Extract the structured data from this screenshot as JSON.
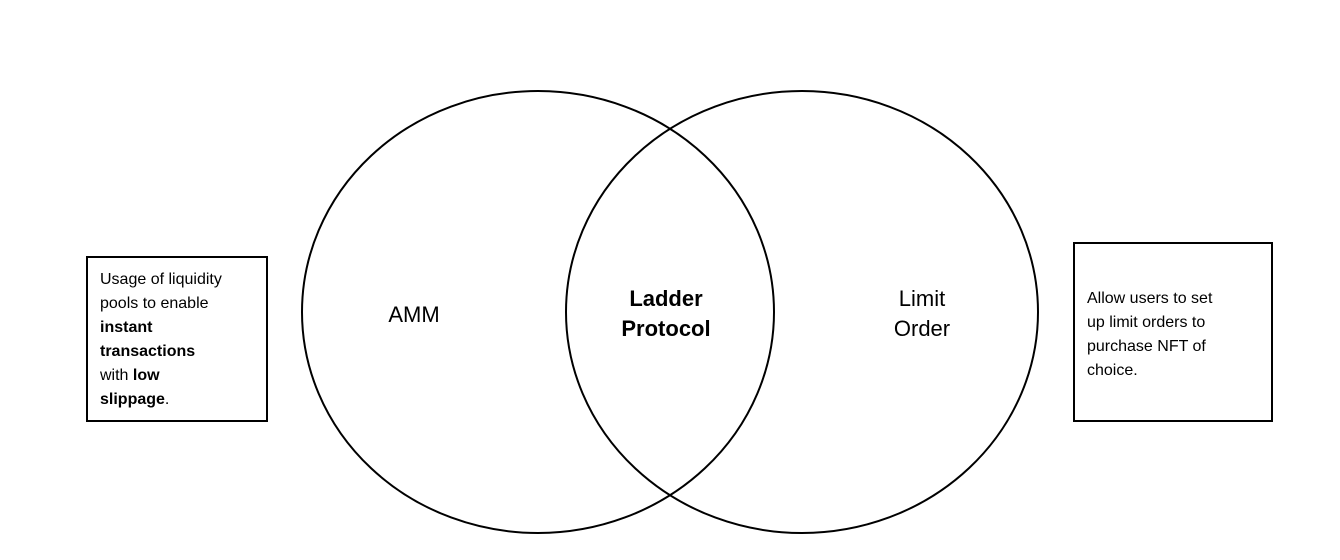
{
  "diagram": {
    "circles": [
      {
        "id": "amm",
        "label": "AMM"
      },
      {
        "id": "limit",
        "label_lines": [
          "Limit",
          "Order"
        ]
      }
    ],
    "intersection": {
      "label_lines": [
        "Ladder",
        "Protocol"
      ]
    },
    "notes": {
      "left": {
        "line1": "Usage of liquidity",
        "line2": "pools to enable",
        "line3": "instant",
        "line4": "transactions",
        "line5_pre": "with ",
        "line5_bold": "low",
        "line6_bold": "slippage",
        "line6_post": "."
      },
      "right": {
        "lines": [
          "Allow users to set",
          "up limit orders to",
          "purchase NFT of",
          "choice."
        ]
      }
    },
    "colors": {
      "stroke": "#000000",
      "background": "#ffffff"
    }
  }
}
